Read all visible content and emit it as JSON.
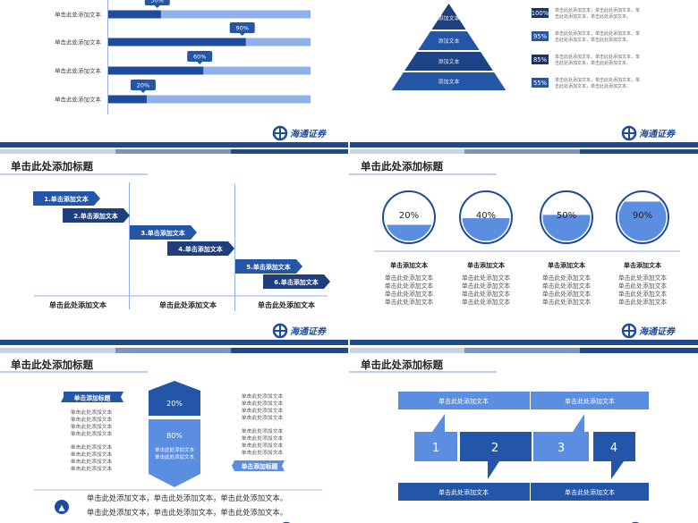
{
  "colors": {
    "dark": "#1e4a8c",
    "mid": "#2356a8",
    "light": "#5b8ee0",
    "pale": "#8fb0e8",
    "band_light": "#c8d3e6",
    "band_mid": "#7b93c0"
  },
  "logo_text": "海通证券",
  "slide1": {
    "bars": [
      {
        "label": "单击此处添加文本",
        "pct": "30%",
        "value": 30
      },
      {
        "label": "单击此处添加文本",
        "pct": "90%",
        "value": 90
      },
      {
        "label": "单击此处添加文本",
        "pct": "60%",
        "value": 60
      },
      {
        "label": "单击此处添加文本",
        "pct": "20%",
        "value": 20
      }
    ],
    "pyramid": [
      "添加文本",
      "添加文本",
      "添加文本",
      "添加文本"
    ],
    "list": [
      {
        "badge": "100%",
        "line1": "单击此处添加文本，单击此处添加文本，单",
        "line2": "击此处添加文本，单击此处添加文本。"
      },
      {
        "badge": "95%",
        "line1": "单击此处添加文本，单击此处添加文本，单",
        "line2": "击此处添加文本，单击此处添加文本。"
      },
      {
        "badge": "85%",
        "line1": "单击此处添加文本，单击此处添加文本，单",
        "line2": "击此处添加文本，单击此处添加文本。"
      },
      {
        "badge": "55%",
        "line1": "单击此处添加文本，单击此处添加文本，单",
        "line2": "击此处添加文本，单击此处添加文本。"
      }
    ]
  },
  "slide2": {
    "title": "单击此处添加标题",
    "arrows": [
      "1.单击添加文本",
      "2.单击添加文本",
      "3.单击添加文本",
      "4.单击添加文本",
      "5.单击添加文本",
      "6.单击添加文本"
    ],
    "columns": [
      "单击此处添加文本",
      "单击此处添加文本",
      "单击此处添加文本"
    ]
  },
  "slide3": {
    "title": "单击此处添加标题",
    "circles": [
      {
        "pct": "20%",
        "value": 20,
        "heading": "单击添加文本",
        "lines": [
          "单击此处添加文本",
          "单击此处添加文本",
          "单击此处添加文本",
          "单击此处添加文本"
        ]
      },
      {
        "pct": "40%",
        "value": 40,
        "heading": "单击添加文本",
        "lines": [
          "单击此处添加文本",
          "单击此处添加文本",
          "单击此处添加文本",
          "单击此处添加文本"
        ]
      },
      {
        "pct": "50%",
        "value": 50,
        "heading": "单击添加文本",
        "lines": [
          "单击此处添加文本",
          "单击此处添加文本",
          "单击此处添加文本",
          "单击此处添加文本"
        ]
      },
      {
        "pct": "90%",
        "value": 90,
        "heading": "单击添加文本",
        "lines": [
          "单击此处添加文本",
          "单击此处添加文本",
          "单击此处添加文本",
          "单击此处添加文本"
        ]
      }
    ]
  },
  "slide4": {
    "title": "单击此处添加标题",
    "left_banner": "单击添加标题",
    "right_banner": "单击添加标题",
    "left_lines": [
      "单击此处添加文本",
      "单击此处添加文本",
      "单击此处添加文本",
      "单击此处添加文本",
      "单击此处添加文本",
      "单击此处添加文本",
      "单击此处添加文本",
      "单击此处添加文本"
    ],
    "right_lines": [
      "单击此处添加文本",
      "单击此处添加文本",
      "单击此处添加文本",
      "单击此处添加文本",
      "单击此处添加文本",
      "单击此处添加文本",
      "单击此处添加文本",
      "单击此处添加文本"
    ],
    "hex_top": "20%",
    "hex_bottom": "80%",
    "hex_lines": [
      "单击此处添加文本",
      "单击此处添加文本"
    ],
    "footer_lines": [
      "单击此处添加文本，单击此处添加文本，单击此处添加文本。",
      "单击此处添加文本，单击此处添加文本，单击此处添加文本。"
    ],
    "thumb_icon": "thumbs-up-icon"
  },
  "slide5": {
    "title": "单击此处添加标题",
    "top_boxes": [
      "单击此处添加文本",
      "单击此处添加文本"
    ],
    "numbers": [
      "1",
      "2",
      "3",
      "4"
    ],
    "bottom_boxes": [
      "单击此处添加文本",
      "单击此处添加文本"
    ]
  }
}
